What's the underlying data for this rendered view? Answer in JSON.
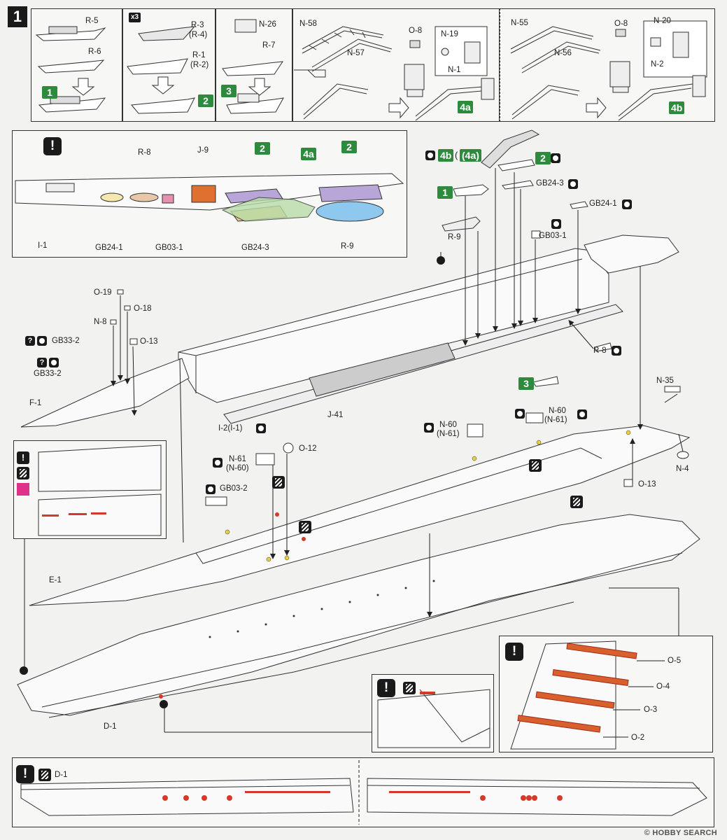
{
  "step": {
    "number": "1"
  },
  "footer": {
    "watermark": "© HOBBY SEARCH"
  },
  "top_row": {
    "panel1": {
      "parts": [
        "R-5",
        "R-6"
      ],
      "result": "1"
    },
    "panel2": {
      "multiplier": "x3",
      "parts": [
        "R-3",
        "(R-4)",
        "R-1",
        "(R-2)"
      ],
      "result": "2"
    },
    "panel3": {
      "parts": [
        "N-26",
        "R-7"
      ],
      "result": "3"
    },
    "panel4": {
      "parts": [
        "N-58",
        "N-57",
        "O-8",
        "N-19",
        "N-1"
      ],
      "result": "4a"
    },
    "panel5": {
      "parts": [
        "N-55",
        "N-56",
        "O-8",
        "N-20",
        "N-2"
      ],
      "result": "4b"
    }
  },
  "detail_top": {
    "warning": "!",
    "labels": {
      "r8": "R-8",
      "j9": "J-9",
      "b2a": "2",
      "b4a": "4a",
      "b2b": "2",
      "i1": "I-1",
      "gb241": "GB24-1",
      "gb031": "GB03-1",
      "gb243": "GB24-3",
      "r9": "R-9"
    }
  },
  "main": {
    "labels": {
      "b4b": "4b",
      "b4a_paren": "(4a)",
      "b2": "2",
      "b1": "1",
      "b3": "3",
      "gb243": "GB24-3",
      "gb241": "GB24-1",
      "r9": "R-9",
      "gb031": "GB03-1",
      "r8": "R-8",
      "o19": "O-19",
      "o18": "O-18",
      "n8": "N-8",
      "o13a": "O-13",
      "gb332a": "GB33-2",
      "gb332b": "GB33-2",
      "f1": "F-1",
      "j41": "J-41",
      "i2": "I-2(I-1)",
      "n35": "N-35",
      "n4": "N-4",
      "n60a": "N-60",
      "n61a": "(N-61)",
      "n60b": "N-60",
      "n61b": "(N-61)",
      "n61c": "N-61",
      "n60c": "(N-60)",
      "o12": "O-12",
      "gb032": "GB03-2",
      "o13b": "O-13",
      "e1": "E-1",
      "d1": "D-1"
    }
  },
  "detail_right": {
    "parts": [
      "O-5",
      "O-4",
      "O-3",
      "O-2"
    ]
  },
  "bottom": {
    "label": "D-1"
  },
  "colors": {
    "green": "#2e8b3e",
    "highlight_red": "#d43a2a",
    "pink": "#e0318a",
    "orange": "#e07030",
    "lavender": "#b9a6d8",
    "tan": "#e8c890",
    "blue": "#8ec8ee"
  }
}
